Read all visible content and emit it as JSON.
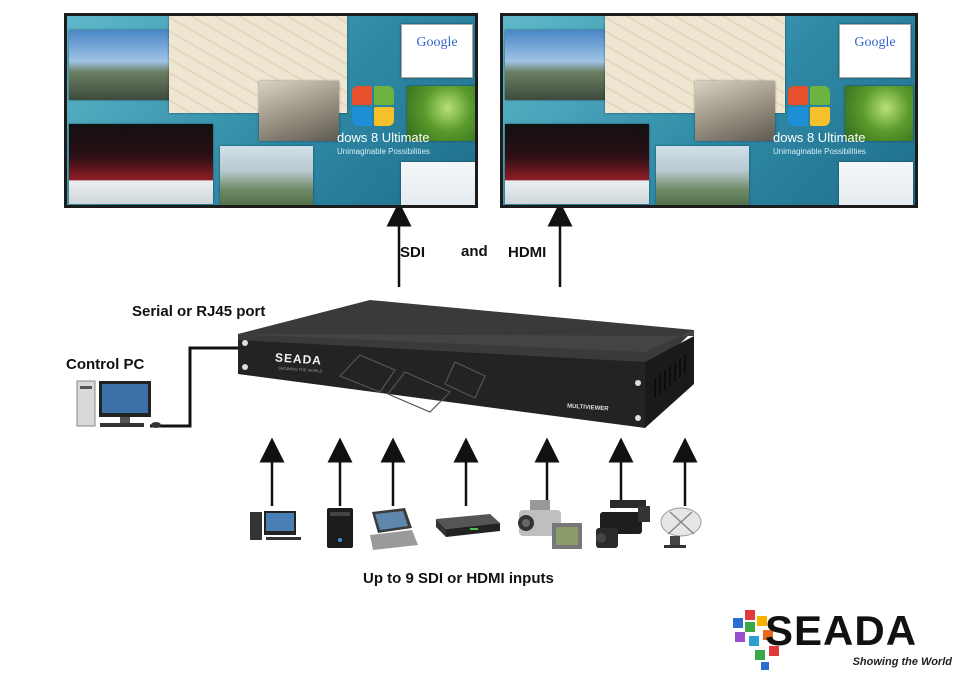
{
  "labels": {
    "sdi": "SDI",
    "and": "and",
    "hdmi": "HDMI",
    "port": "Serial or RJ45 port",
    "control_pc": "Control PC",
    "inputs": "Up to 9 SDI or HDMI inputs"
  },
  "device": {
    "brand": "SEADA",
    "tagline": "SHOWING THE WORLD",
    "model": "MULTIVIEWER"
  },
  "screen": {
    "google": "Google",
    "windows": "dows 8 Ultimate",
    "windows_sub": "Unimaginable Possibilities"
  },
  "logo": {
    "name": "SEADA",
    "tagline": "Showing the World"
  },
  "input_devices": [
    {
      "icon": "desktop-pc-icon"
    },
    {
      "icon": "pc-tower-icon"
    },
    {
      "icon": "laptop-icon"
    },
    {
      "icon": "set-top-box-icon"
    },
    {
      "icon": "camcorder-icon"
    },
    {
      "icon": "professional-camera-icon"
    },
    {
      "icon": "satellite-dish-icon"
    }
  ],
  "colors": {
    "chassis": "#2a2a2a",
    "text": "#111111"
  }
}
